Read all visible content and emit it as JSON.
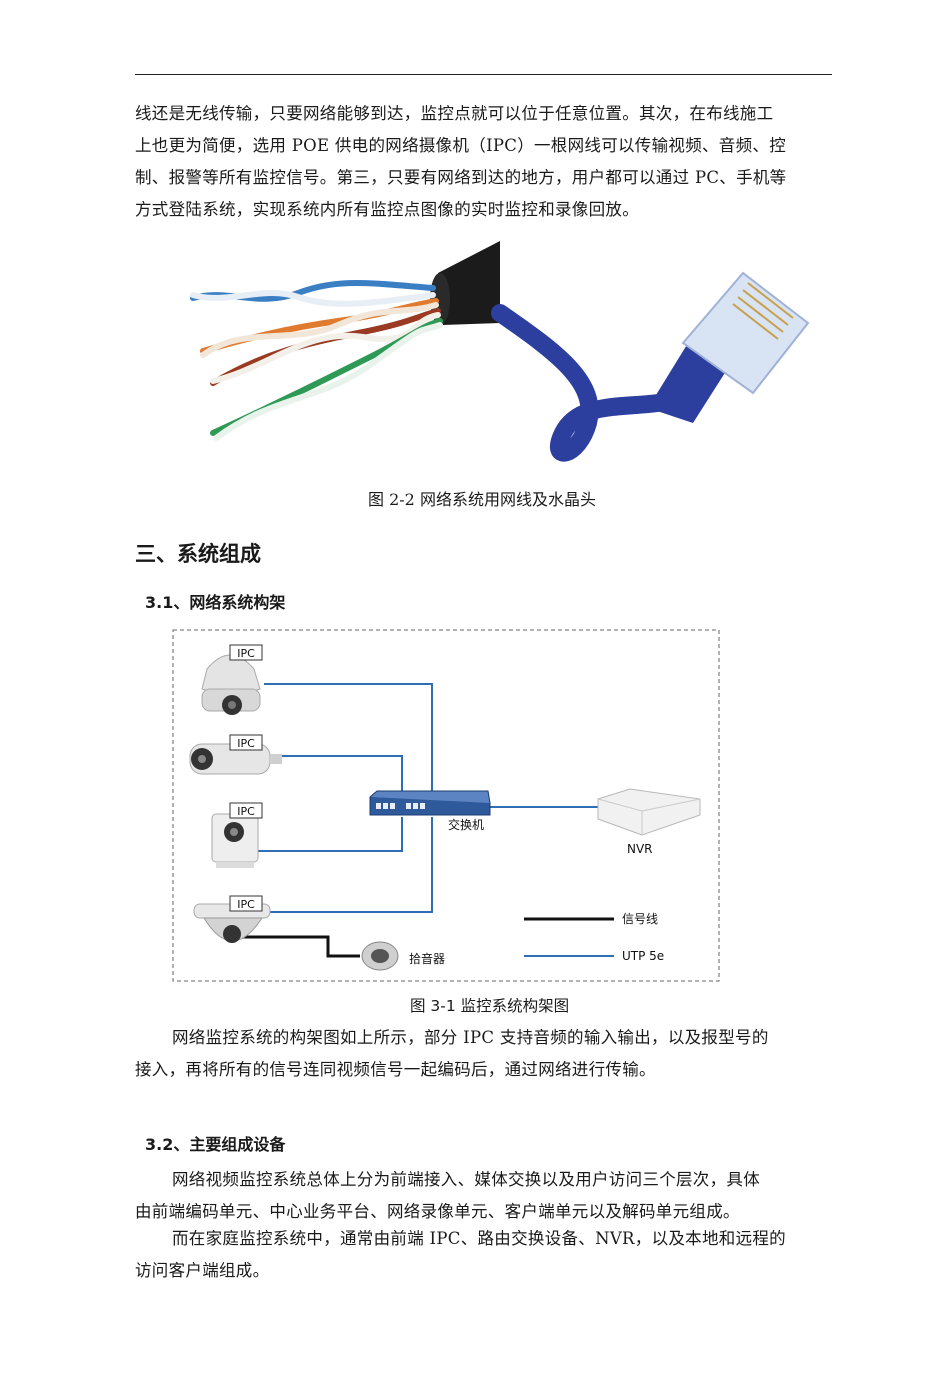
{
  "intro_lines": [
    "线还是无线传输，只要网络能够到达，监控点就可以位于任意位置。其次，在布线施工",
    "上也更为简便，选用 POE 供电的网络摄像机（IPC）一根网线可以传输视频、音频、控",
    "制、报警等所有监控信号。第三，只要有网络到达的地方，用户都可以通过 PC、手机等",
    "方式登陆系统，实现系统内所有监控点图像的实时监控和录像回放。"
  ],
  "figure_2_2": {
    "caption": "图 2-2  网络系统用网线及水晶头"
  },
  "section_3": {
    "heading": "三、系统组成"
  },
  "section_3_1": {
    "heading": "3.1、网络系统构架"
  },
  "figure_3_1": {
    "caption": "图 3-1 监控系统构架图",
    "ipc_labels": [
      "IPC",
      "IPC",
      "IPC",
      "IPC"
    ],
    "switch_label": "交换机",
    "nvr_label": "NVR",
    "mic_label": "拾音器",
    "legend": {
      "signal_line": "信号线",
      "utp_line": "UTP  5e"
    },
    "colors": {
      "utp": "#2f6db5",
      "signal": "#111111",
      "switch": "#2e5a9c"
    }
  },
  "para_3_1_lines": [
    "网络监控系统的构架图如上所示，部分 IPC 支持音频的输入输出，以及报型号的",
    "接入，再将所有的信号连同视频信号一起编码后，通过网络进行传输。"
  ],
  "section_3_2": {
    "heading": "3.2、主要组成设备"
  },
  "para_3_2a_lines": [
    "网络视频监控系统总体上分为前端接入、媒体交换以及用户访问三个层次，具体",
    "由前端编码单元、中心业务平台、网络录像单元、客户端单元以及解码单元组成。"
  ],
  "para_3_2b_lines": [
    "而在家庭监控系统中，通常由前端 IPC、路由交换设备、NVR，以及本地和远程的",
    "访问客户端组成。"
  ]
}
